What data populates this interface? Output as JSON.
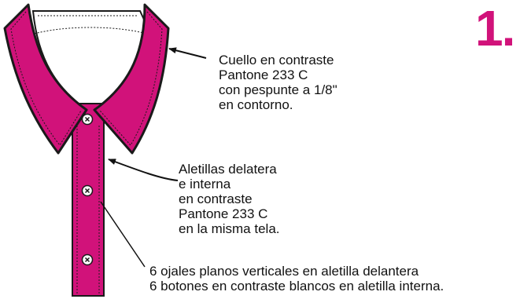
{
  "step_number": "1.",
  "colors": {
    "fabric": "#d1127a",
    "outline": "#1a1a1a",
    "step_number": "#d1127a",
    "text": "#111111"
  },
  "callouts": {
    "collar": "Cuello en contraste\nPantone 233 C\ncon pespunte a 1/8\"\nen contorno.",
    "placket": "Aletillas delatera\ne interna\nen contraste\nPantone 233 C\nen la misma tela.",
    "buttons": "6 ojales planos verticales en aletilla delantera\n6 botones en contraste blancos en aletilla interna."
  },
  "icons": [
    "button-icon",
    "arrow-icon"
  ]
}
